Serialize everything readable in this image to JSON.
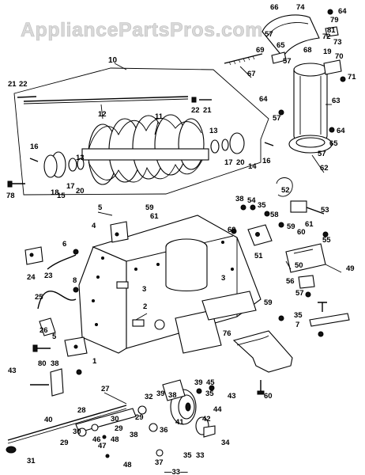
{
  "watermark": "AppliancePartsPros.com",
  "page_number": "—33—",
  "callouts": {
    "c1": "1",
    "c2": "2",
    "c3a": "3",
    "c3b": "3",
    "c4": "4",
    "c5a": "5",
    "c5b": "5",
    "c6": "6",
    "c7": "7",
    "c8": "8",
    "c10": "10",
    "c11": "11",
    "c12": "12",
    "c13a": "13",
    "c13b": "13",
    "c14": "14",
    "c15": "15",
    "c16a": "16",
    "c16b": "16",
    "c17a": "17",
    "c17b": "17",
    "c18": "18",
    "c19": "19",
    "c20a": "20",
    "c20b": "20",
    "c21a": "21",
    "c21b": "21",
    "c22a": "22",
    "c22b": "22",
    "c23": "23",
    "c24": "24",
    "c25": "25",
    "c26": "26",
    "c27": "27",
    "c28": "28",
    "c29a": "29",
    "c29b": "29",
    "c30": "30",
    "c31": "31",
    "c32": "32",
    "c33": "33",
    "c34": "34",
    "c35a": "35",
    "c35b": "35",
    "c35c": "35",
    "c36": "36",
    "c37": "37",
    "c38a": "38",
    "c38b": "38",
    "c38c": "38",
    "c39a": "39",
    "c39b": "39",
    "c40": "40",
    "c41": "41",
    "c42": "42",
    "c43a": "43",
    "c43b": "43",
    "c44": "44",
    "c45": "45",
    "c46": "46",
    "c47": "47",
    "c48a": "48",
    "c48b": "48",
    "c49": "49",
    "c50": "50",
    "c51": "51",
    "c52": "52",
    "c53": "53",
    "c54": "54",
    "c55": "55",
    "c56": "56",
    "c57a": "57",
    "c57b": "57",
    "c57c": "57",
    "c57d": "57",
    "c58": "58",
    "c59a": "59",
    "c59b": "59",
    "c60a": "60",
    "c60b": "60",
    "c61a": "61",
    "c61b": "61",
    "c62": "62",
    "c63": "63",
    "c64a": "64",
    "c64b": "64",
    "c64c": "64",
    "c65a": "65",
    "c65b": "65",
    "c66": "66",
    "c67": "67",
    "c68": "68",
    "c69": "69",
    "c70": "70",
    "c71": "71",
    "c72": "72",
    "c73": "73",
    "c74": "74",
    "c76": "76",
    "c78": "78",
    "c79": "79",
    "c80": "80",
    "c81": "81"
  },
  "icons": {
    "auger": "auger-icon",
    "housing": "auger-housing-icon",
    "chute": "discharge-chute-icon",
    "handle": "crank-handle-icon",
    "pulley": "pulley-icon",
    "scraper": "scraper-bar-icon",
    "shoe": "skid-shoe-icon"
  }
}
